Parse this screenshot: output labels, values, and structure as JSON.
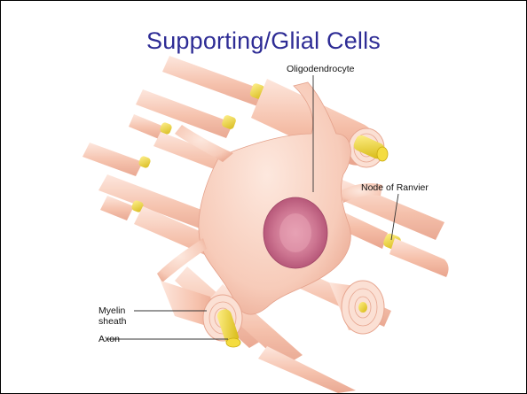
{
  "slide": {
    "title": "Supporting/Glial Cells"
  },
  "labels": {
    "oligodendrocyte": "Oligodendrocyte",
    "node_of_ranvier": "Node of Ranvier",
    "myelin_sheath": "Myelin sheath",
    "axon": "Axon"
  },
  "colors": {
    "title": "#2e2c95",
    "myelin": "#f7c4b0",
    "axon": "#e6cd1e",
    "nucleus": "#c96b8a"
  }
}
